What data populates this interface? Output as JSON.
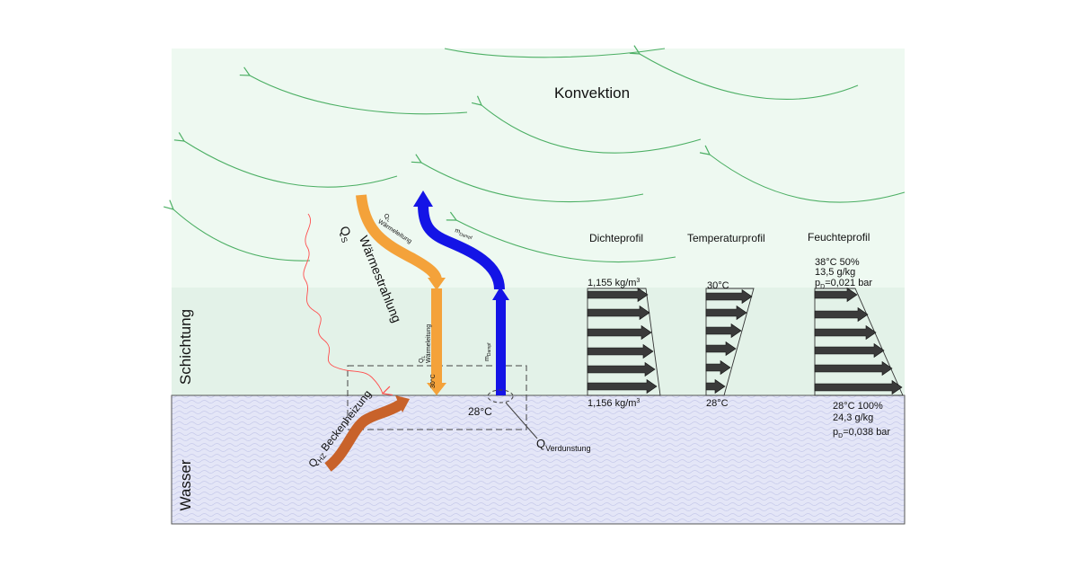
{
  "zones": {
    "convection": {
      "label": "Konvektion",
      "color": "#eef9f1"
    },
    "layer": {
      "label": "Schichtung",
      "color": "#e3f2e8"
    },
    "water": {
      "label": "Wasser",
      "color": "#e4e6f7"
    }
  },
  "colors": {
    "convection_arrows": "#4caf64",
    "conduction": "#f4a23a",
    "vapor": "#1414e6",
    "pool_heating": "#c8622a",
    "radiation": "#ff4d4d",
    "profile_arrows": "#3a3a3a"
  },
  "fluxes": {
    "radiation": {
      "symbol": "Q",
      "sub": "S",
      "text": "Wärmestrahlung"
    },
    "conduction_top": {
      "symbol": "Q",
      "sub": "L",
      "text": "Wärmeleitung"
    },
    "conduction_layer": {
      "symbol": "Q",
      "sub": "L",
      "text": "Wärmeleitung"
    },
    "vapor_top": {
      "symbol": "m",
      "sub": "Dampf"
    },
    "vapor_layer": {
      "symbol": "m",
      "sub": "Dampf"
    },
    "pool_heating": {
      "symbol": "Q",
      "sub": "HZ",
      "text": "Beckenheizung"
    },
    "evaporation": {
      "symbol": "Q",
      "sub": "Verdunstung"
    }
  },
  "temps": {
    "surface": "28°C",
    "layer_top": "30°C"
  },
  "profiles": {
    "density": {
      "title": "Dichteprofil",
      "top": {
        "prefix": "1,155 kg/m",
        "sup": "3"
      },
      "bottom": {
        "prefix": "1,156 kg/m",
        "sup": "3"
      }
    },
    "temperature": {
      "title": "Temperaturprofil",
      "top": "30°C",
      "bottom": "28°C"
    },
    "humidity": {
      "title": "Feuchteprofil",
      "top": {
        "line1": "38°C 50%",
        "line2": "13,5 g/kg",
        "line3_symbol": "p",
        "line3_sub": "D",
        "line3_value": "=0,021 bar"
      },
      "bottom": {
        "line1": "28°C 100%",
        "line2": "24,3 g/kg",
        "line3_symbol": "p",
        "line3_sub": "D",
        "line3_value": "=0,038 bar"
      }
    }
  }
}
